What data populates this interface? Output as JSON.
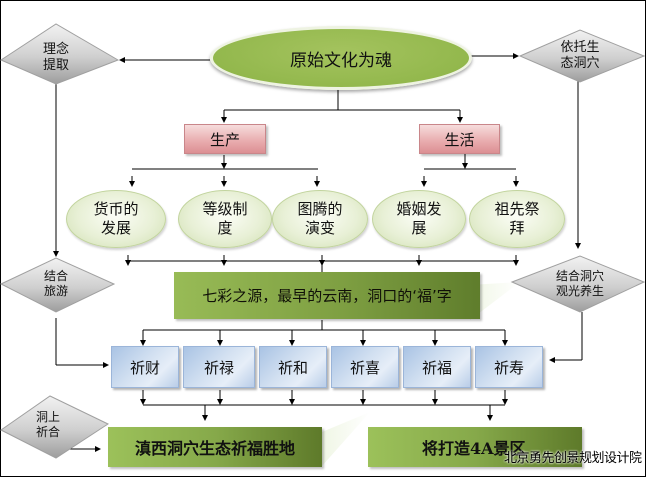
{
  "diagram": {
    "root": "原始文化为魂",
    "side_left_top": [
      "理念",
      "提取"
    ],
    "side_right_top": [
      "依托生",
      "态洞穴"
    ],
    "categories": [
      {
        "label": "生产",
        "children": [
          [
            "货币的",
            "发展"
          ],
          [
            "等级制",
            "度"
          ],
          [
            "图腾的",
            "演变"
          ]
        ]
      },
      {
        "label": "生活",
        "children": [
          [
            "婚姻发",
            "展"
          ],
          [
            "祖先祭",
            "拜"
          ]
        ]
      }
    ],
    "side_left_mid": [
      "结合",
      "旅游"
    ],
    "side_right_mid": [
      "结合洞穴",
      "观光养生"
    ],
    "theme_bar": "七彩之源，最早的云南，洞口的‘福’字",
    "blessings": [
      "祈财",
      "祈禄",
      "祈和",
      "祈喜",
      "祈福",
      "祈寿"
    ],
    "side_left_bottom": [
      "洞上",
      "祈合"
    ],
    "outcome_left": "滇西洞穴生态祈福胜地",
    "outcome_right": "将打造4A景区",
    "watermark": "北京勇先创景规划设计院"
  },
  "colors": {
    "root_fill": "#9ab954",
    "category_fill": "#e9aeb0",
    "oval_fill": "#e8f0d6",
    "theme_fill": "#7e9f42",
    "blessing_fill": "#d2e0f1",
    "diamond_fill": "#c8c8c8"
  }
}
